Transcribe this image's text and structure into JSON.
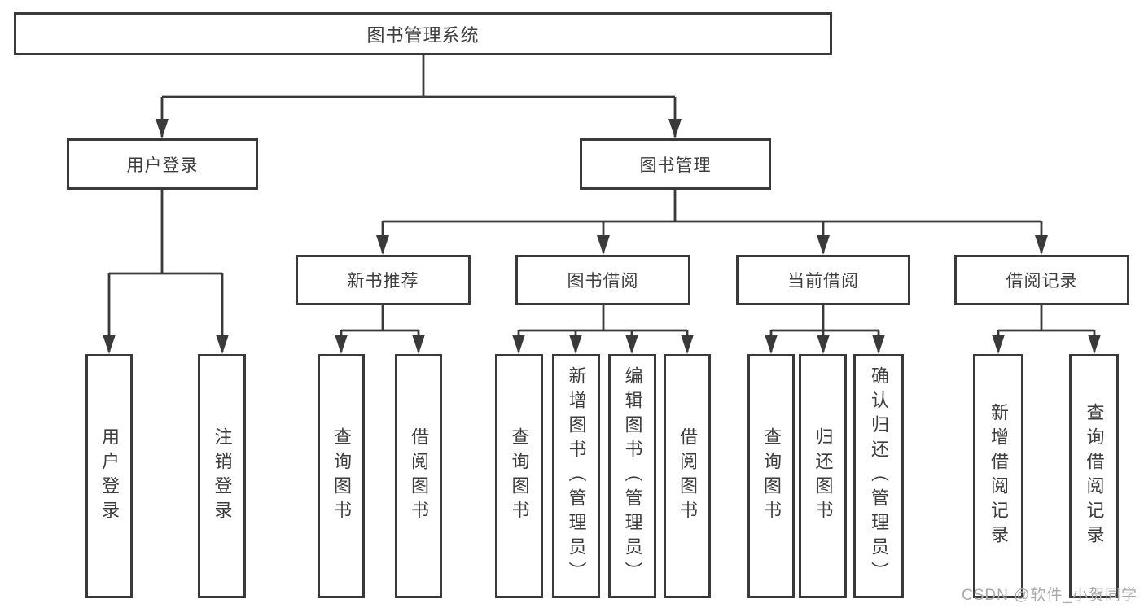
{
  "tree": {
    "root": "图书管理系统",
    "children": [
      {
        "label": "用户登录",
        "children": [
          "用户登录",
          "注销登录"
        ]
      },
      {
        "label": "图书管理",
        "children": [
          {
            "label": "新书推荐",
            "children": [
              "查询图书",
              "借阅图书"
            ]
          },
          {
            "label": "图书借阅",
            "children": [
              "查询图书",
              "新增图书（管理员）",
              "编辑图书（管理员）",
              "借阅图书"
            ]
          },
          {
            "label": "当前借阅",
            "children": [
              "查询图书",
              "归还图书",
              "确认归还（管理员）"
            ]
          },
          {
            "label": "借阅记录",
            "children": [
              "新增借阅记录",
              "查询借阅记录"
            ]
          }
        ]
      }
    ]
  },
  "watermark": {
    "text": "CSDN @软件_小贺同学"
  },
  "colors": {
    "line": "#3a3a3a",
    "box_border": "#3a3a3a",
    "text": "#3d3d3d",
    "watermark": "#a9a9a9",
    "background": "#ffffff"
  }
}
